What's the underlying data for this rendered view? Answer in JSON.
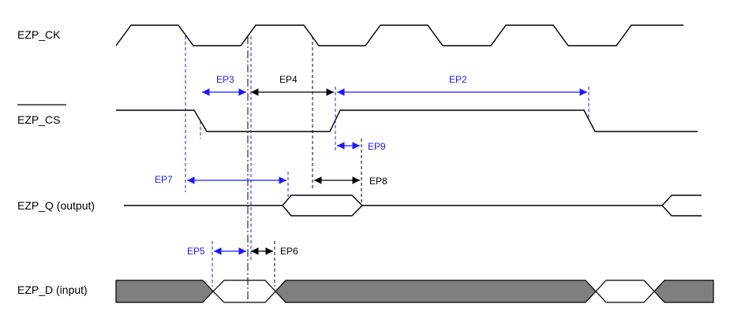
{
  "signals": {
    "clk": "EZP_CK",
    "cs": "EZP_CS",
    "q": "EZP_Q (output)",
    "d": "EZP_D (input)"
  },
  "timing_labels": {
    "ep2": "EP2",
    "ep3": "EP3",
    "ep4": "EP4",
    "ep5": "EP5",
    "ep6": "EP6",
    "ep7": "EP7",
    "ep8": "EP8",
    "ep9": "EP9"
  },
  "colors": {
    "line": "#000000",
    "blue": "#1a1aff",
    "bus_fill": "#7f7f7f"
  }
}
